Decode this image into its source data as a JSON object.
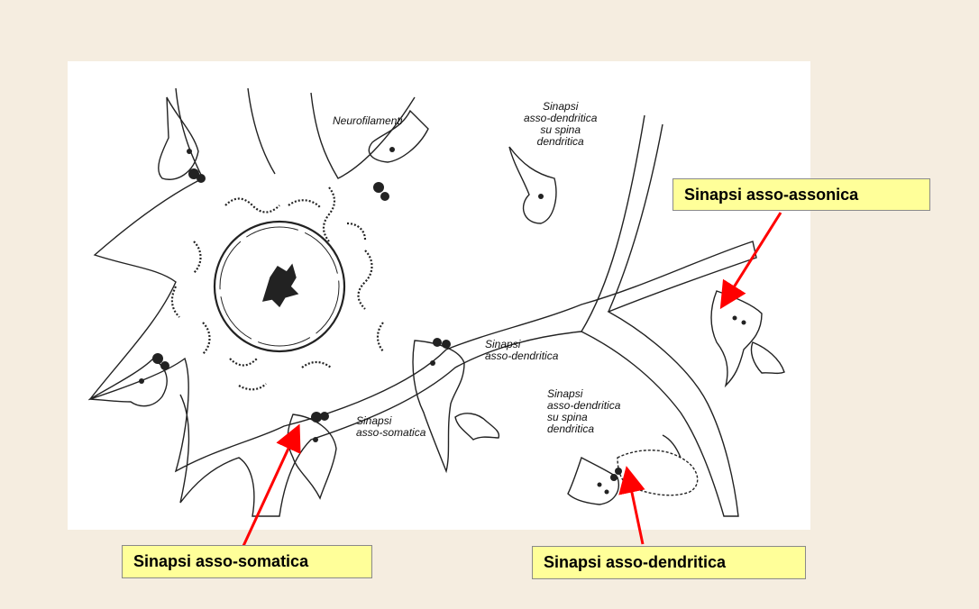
{
  "figure": {
    "labels": {
      "neurofilamenti": "Neurofilamenti",
      "spina_top": "Sinapsi\nasso-dendritica\nsu spina\ndendritica",
      "asso_dendritica_mid": "Sinapsi\nasso-dendritica",
      "asso_somatica": "Sinapsi\nasso-somatica",
      "spina_bottom": "Sinapsi\nasso-dendritica\nsu spina\ndendritica"
    }
  },
  "callouts": {
    "asso_assonica": "Sinapsi asso-assonica",
    "asso_somatica": "Sinapsi asso-somatica",
    "asso_dendritica": "Sinapsi asso-dendritica"
  },
  "colors": {
    "background": "#f5ede0",
    "callout_fill": "#ffff99",
    "arrow": "#ff0000"
  }
}
